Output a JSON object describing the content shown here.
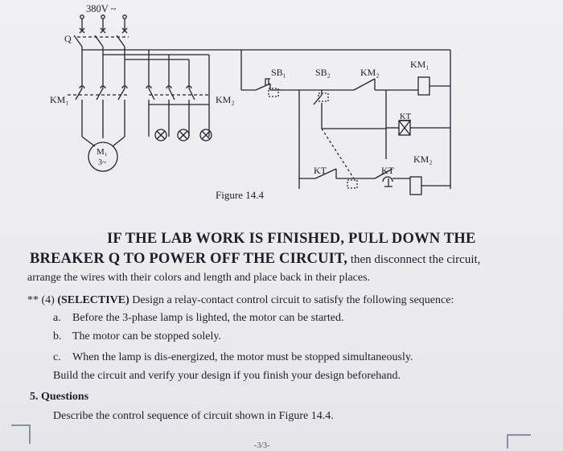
{
  "figure": {
    "supply_label": "380V ~",
    "breaker_label": "Q",
    "km1_left_label": "KM₁",
    "km2_mid_label": "KM₂",
    "motor_label": "M₁",
    "motor_sub": "3~",
    "sb1_label": "SB₁",
    "sb2_label": "SB₂",
    "km2_top_label": "KM₂",
    "km1_coil_label": "KM₁",
    "kt_coil_label": "KT",
    "km2_coil_label": "KM₂",
    "kt_contact1_label": "KT",
    "kt_contact2_label": "KT",
    "caption": "Figure 14.4"
  },
  "text": {
    "headline_line1": "IF THE LAB WORK IS FINISHED, PULL DOWN THE",
    "headline_line2_bold": "BREAKER Q TO POWER OFF THE CIRCUIT,",
    "headline_line2_rest": " then disconnect the circuit,",
    "line3": "arrange the wires with their colors and length and place back in their places.",
    "item4_prefix": "** (4) ",
    "item4_bold": "(SELECTIVE)",
    "item4_rest": " Design a relay-contact control circuit to satisfy the following sequence:",
    "item_a_marker": "a.",
    "item_a": "Before the 3-phase lamp is lighted, the motor can be started.",
    "item_b_marker": "b.",
    "item_b": "The motor can be stopped solely.",
    "item_c_marker": "c.",
    "item_c": "When the lamp is dis-energized, the motor must be stopped simultaneously.",
    "build_line": "Build the circuit and verify your design if you finish your design beforehand.",
    "q5_heading": "5.  Questions",
    "q5_body": "Describe the control sequence of circuit shown in Figure 14.4.",
    "page_number": "-3/3-"
  }
}
